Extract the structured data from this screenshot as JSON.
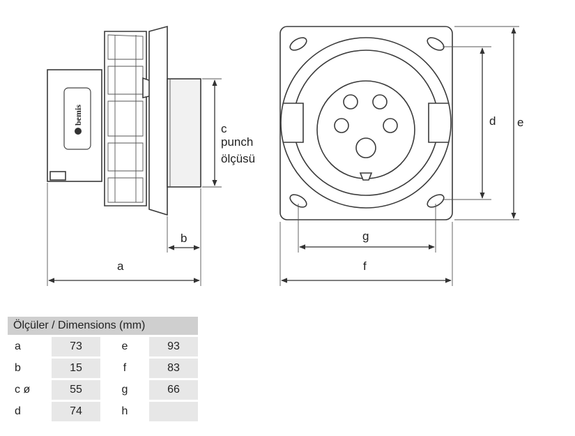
{
  "brand": "bemis",
  "side_view": {
    "label_a": "a",
    "label_b": "b",
    "label_c_line1": "c",
    "label_c_line2": "punch",
    "label_c_line3": "ölçüsü"
  },
  "front_view": {
    "label_d": "d",
    "label_e": "e",
    "label_f": "f",
    "label_g": "g"
  },
  "table": {
    "header": "Ölçüler / Dimensions (mm)",
    "rows": [
      {
        "k1": "a",
        "v1": "73",
        "k2": "e",
        "v2": "93"
      },
      {
        "k1": "b",
        "v1": "15",
        "k2": "f",
        "v2": "83"
      },
      {
        "k1": "c ø",
        "v1": "55",
        "k2": "g",
        "v2": "66"
      },
      {
        "k1": "d",
        "v1": "74",
        "k2": "h",
        "v2": ""
      }
    ]
  }
}
